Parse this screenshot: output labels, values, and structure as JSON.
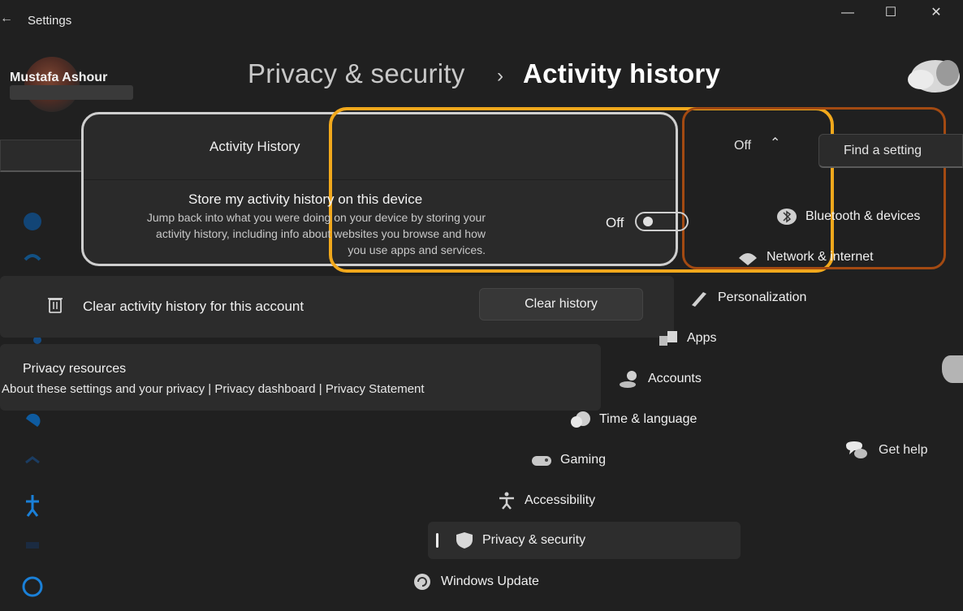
{
  "window": {
    "title": "Settings",
    "minimize": "—",
    "maximize": "☐",
    "close": "✕"
  },
  "user": {
    "name": "Mustafa Ashour"
  },
  "breadcrumb": {
    "parent": "Privacy & security",
    "separator": "›",
    "current": "Activity history"
  },
  "activity_panel": {
    "header_title": "Activity History",
    "header_state": "Off",
    "store_title": "Store my activity history on this device",
    "store_desc": "Jump back into what you were doing on your device by storing your activity history, including info about websites you browse and how you use apps and services.",
    "toggle_label": "Off"
  },
  "clear_panel": {
    "label": "Clear activity history for this account",
    "button": "Clear history"
  },
  "resources_panel": {
    "title": "Privacy resources",
    "links": "About these settings and your privacy | Privacy dashboard | Privacy Statement"
  },
  "search": {
    "placeholder": "Find a setting"
  },
  "nav": {
    "items": [
      {
        "label": "Bluetooth & devices",
        "icon": "bluetooth-icon"
      },
      {
        "label": "Network & internet",
        "icon": "wifi-icon"
      },
      {
        "label": "Personalization",
        "icon": "brush-icon"
      },
      {
        "label": "Apps",
        "icon": "apps-icon"
      },
      {
        "label": "Accounts",
        "icon": "person-icon"
      },
      {
        "label": "Time & language",
        "icon": "clock-globe-icon"
      },
      {
        "label": "Gaming",
        "icon": "gamepad-icon"
      },
      {
        "label": "Accessibility",
        "icon": "accessibility-icon"
      },
      {
        "label": "Privacy & security",
        "icon": "shield-icon"
      },
      {
        "label": "Windows Update",
        "icon": "refresh-icon"
      }
    ]
  },
  "help": {
    "label": "Get help"
  },
  "colors": {
    "background": "#202020",
    "panel": "#2c2c2c",
    "highlight": "#f1a81c",
    "accent": "#0078d4"
  }
}
